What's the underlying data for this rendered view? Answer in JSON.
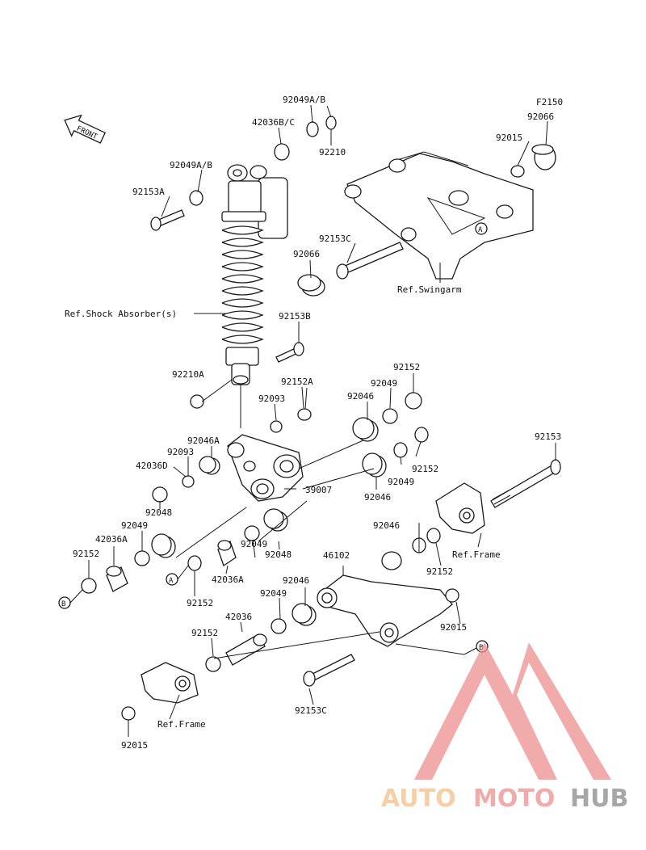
{
  "diagram": {
    "code": "F2150",
    "front_arrow": "FRONT",
    "labels": {
      "l01": "92049A/B",
      "l02": "42036B/C",
      "l03": "92210",
      "l04": "92049A/B",
      "l05": "92153A",
      "l06": "92153C",
      "l07": "92066",
      "l08": "Ref.Swingarm",
      "l09": "92015",
      "l10": "92066",
      "l11": "Ref.Shock Absorber(s)",
      "l12": "92153B",
      "l13": "92210A",
      "l14": "92152A",
      "l15": "92152",
      "l16": "92093",
      "l17": "92049",
      "l18": "92046",
      "l19": "92046A",
      "l20": "92093",
      "l21": "42036D",
      "l22": "39007",
      "l23": "92152",
      "l24": "92049",
      "l25": "92046",
      "l26": "92153",
      "l27": "92048",
      "l28": "92049",
      "l29": "92046",
      "l30": "42036A",
      "l31": "92152",
      "l32": "92049",
      "l33": "92048",
      "l34": "46102",
      "l35": "Ref.Frame",
      "l36": "92152",
      "l37": "42036A",
      "l38": "92152",
      "l39": "92046",
      "l40": "92049",
      "l41": "92015",
      "l42": "42036",
      "l43": "92152",
      "l44": "92153C",
      "l45": "Ref.Frame",
      "l46": "92015"
    },
    "callouts": {
      "a1": "A",
      "a2": "A",
      "b1": "B",
      "b2": "B"
    }
  },
  "watermark": {
    "text_a": "AUTO",
    "text_b": "MOTO",
    "text_c": "HUB",
    "color_a": "#f3c08a",
    "color_b": "#ee8f8f",
    "color_c": "#8a8a8a"
  }
}
